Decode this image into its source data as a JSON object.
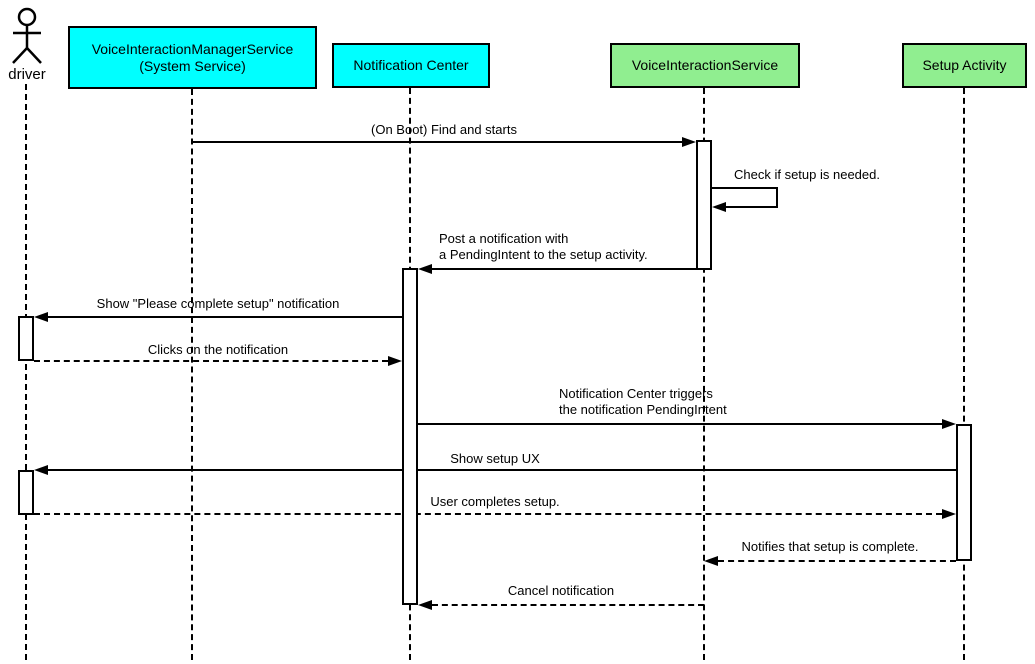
{
  "diagram": {
    "type": "uml-sequence-diagram"
  },
  "colors": {
    "cyan": "#00FFFF",
    "green": "#90EE90",
    "line": "#000000",
    "background": "#FFFFFF"
  },
  "participants": {
    "driver": {
      "label": "driver",
      "type": "actor"
    },
    "vims": {
      "label": "VoiceInteractionManagerService\n(System Service)",
      "fill": "cyan"
    },
    "nc": {
      "label": "Notification Center",
      "fill": "cyan"
    },
    "vis": {
      "label": "VoiceInteractionService",
      "fill": "green"
    },
    "setup": {
      "label": "Setup Activity",
      "fill": "green"
    }
  },
  "messages": {
    "m1": {
      "from": "vims",
      "to": "vis",
      "style": "solid",
      "text": "(On Boot) Find and starts"
    },
    "m2": {
      "from": "vis",
      "to": "vis",
      "style": "solid-self",
      "text": "Check if setup is needed."
    },
    "m3": {
      "from": "vis",
      "to": "nc",
      "style": "solid",
      "text": "Post a notification with\na PendingIntent to the setup activity."
    },
    "m4": {
      "from": "nc",
      "to": "driver",
      "style": "solid",
      "text": "Show \"Please complete setup\" notification"
    },
    "m5": {
      "from": "driver",
      "to": "nc",
      "style": "dashed",
      "text": "Clicks on the notification"
    },
    "m6": {
      "from": "nc",
      "to": "setup",
      "style": "solid",
      "text": "Notification Center triggers\nthe notification PendingIntent"
    },
    "m7": {
      "from": "setup",
      "to": "driver",
      "style": "solid",
      "text": "Show setup UX"
    },
    "m8": {
      "from": "driver",
      "to": "setup",
      "style": "dashed",
      "text": "User completes setup."
    },
    "m9": {
      "from": "setup",
      "to": "vis",
      "style": "dashed",
      "text": "Notifies that setup is complete."
    },
    "m10": {
      "from": "vis",
      "to": "nc",
      "style": "dashed",
      "text": "Cancel notification"
    }
  }
}
